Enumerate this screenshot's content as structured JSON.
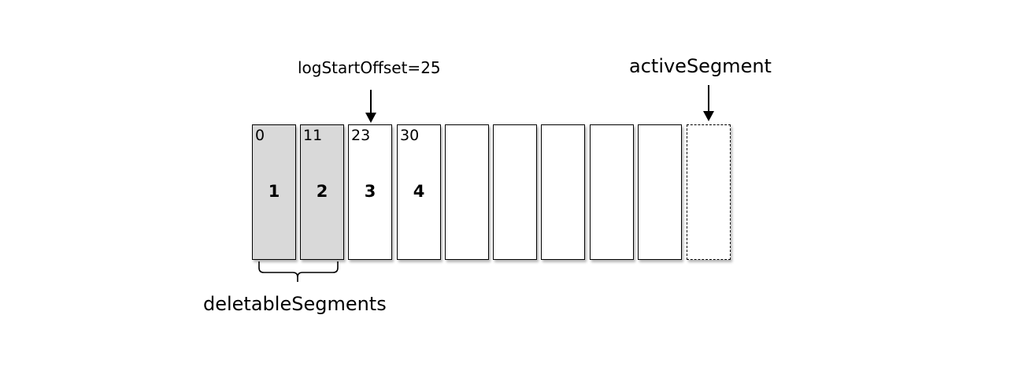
{
  "labels": {
    "log_start_offset": "logStartOffset=25",
    "active_segment": "activeSegment",
    "deletable_segments": "deletableSegments"
  },
  "segments": [
    {
      "offset": "0",
      "number": "1",
      "state": "deletable"
    },
    {
      "offset": "11",
      "number": "2",
      "state": "deletable"
    },
    {
      "offset": "23",
      "number": "3",
      "state": "normal"
    },
    {
      "offset": "30",
      "number": "4",
      "state": "normal"
    },
    {
      "offset": "",
      "number": "",
      "state": "normal"
    },
    {
      "offset": "",
      "number": "",
      "state": "normal"
    },
    {
      "offset": "",
      "number": "",
      "state": "normal"
    },
    {
      "offset": "",
      "number": "",
      "state": "normal"
    },
    {
      "offset": "",
      "number": "",
      "state": "normal"
    },
    {
      "offset": "",
      "number": "",
      "state": "active"
    }
  ],
  "colors": {
    "deletable_fill": "#d9d9d9",
    "segment_fill": "#ffffff",
    "stroke": "#000000"
  }
}
